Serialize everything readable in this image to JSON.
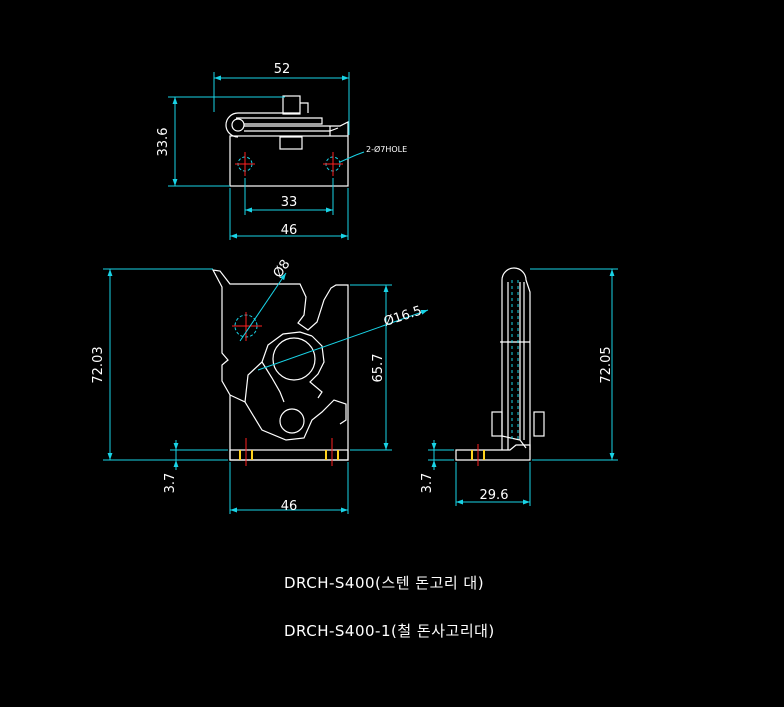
{
  "dimensions": {
    "top_width": "52",
    "top_height": "33.6",
    "top_hole_spacing": "33",
    "top_base": "46",
    "hole_note": "2-Ø7HOLE",
    "front_height": "72.03",
    "hole_dia": "Ø8",
    "slot_dia": "Ø16.5",
    "front_inner_height": "65.7",
    "front_base_thk": "3.7",
    "front_width": "46",
    "side_height": "72.05",
    "side_base_thk": "3.7",
    "side_width": "29.6"
  },
  "captions": {
    "line1": "DRCH-S400(스텐 돈고리 대)",
    "line2": "DRCH-S400-1(철 돈사고리대)"
  },
  "colors": {
    "background": "#000000",
    "part": "#ffffff",
    "dimension": "#19d3e6",
    "center": "#ff2020",
    "hidden": "#ffd21e"
  }
}
